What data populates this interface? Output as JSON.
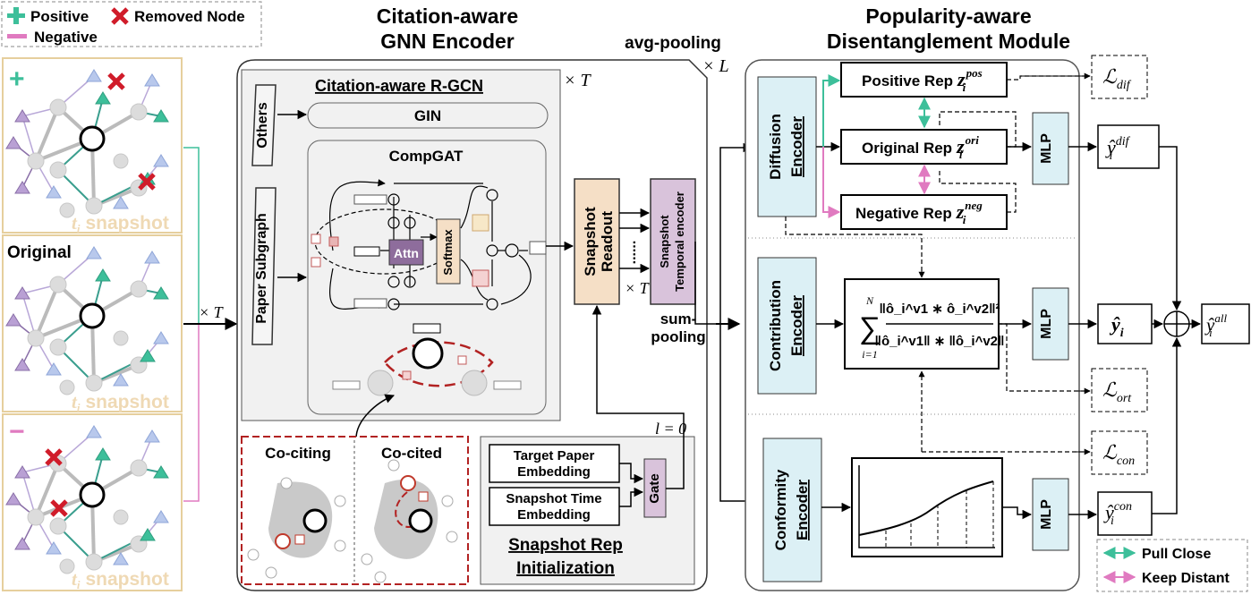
{
  "legend": {
    "positive": "Positive",
    "removed_node": "Removed Node",
    "negative": "Negative",
    "pull_close": "Pull Close",
    "keep_distant": "Keep Distant"
  },
  "snapshots": {
    "plus_sign": "+",
    "minus_sign": "−",
    "original": "Original",
    "snapshot_caption": "t",
    "snapshot_sub": "i",
    "snapshot_word": "snapshot",
    "times_T": "× T"
  },
  "gnn": {
    "title_line1": "Citation-aware",
    "title_line2": "GNN Encoder",
    "rgcn_title": "Citation-aware R-GCN",
    "times_T_top": "× T",
    "others": "Others",
    "paper_subgraph": "Paper Subgraph",
    "gin": "GIN",
    "compgat": "CompGAT",
    "attn": "Attn",
    "softmax": "Softmax",
    "co_citing": "Co-citing",
    "co_cited": "Co-cited"
  },
  "middle": {
    "avg_pooling": "avg-pooling",
    "times_L": "× L",
    "snapshot_readout_1": "Snapshot",
    "snapshot_readout_2": "Readout",
    "temporal_1": "Snapshot",
    "temporal_2": "Temporal encoder",
    "dots": "......",
    "times_T_mid": "× T",
    "sum_pooling_1": "sum-",
    "sum_pooling_2": "pooling",
    "l_eq_0": "l = 0",
    "target_paper_1": "Target Paper",
    "target_paper_2": "Embedding",
    "snapshot_time_1": "Snapshot Time",
    "snapshot_time_2": "Embedding",
    "gate": "Gate",
    "snapshot_rep_1": "Snapshot Rep",
    "snapshot_rep_2": "Initialization"
  },
  "pop": {
    "title_line1": "Popularity-aware",
    "title_line2": "Disentanglement Module",
    "diffusion_1": "Diffusion",
    "diffusion_2": "Encoder",
    "contribution_1": "Contribution",
    "contribution_2": "Encoder",
    "conformity_1": "Conformity",
    "conformity_2": "Encoder",
    "positive_rep": "Positive Rep",
    "original_rep": "Original Rep",
    "negative_rep": "Negative Rep",
    "z": "z",
    "i": "i",
    "sup_pos": "pos",
    "sup_ori": "ori",
    "sup_neg": "neg",
    "mlp": "MLP",
    "loss_L": "ℒ",
    "loss_dif": "dif",
    "loss_ort": "ort",
    "loss_con": "con",
    "y": "ŷ",
    "y_dif": "dif",
    "y_con": "con",
    "y_all": "all",
    "sum_top": "N",
    "sum_bottom": "i=1",
    "numerator": "‖ô_i^v1 ∗ ô_i^v2‖²",
    "denominator": "‖ô_i^v1‖ ∗ ‖ô_i^v2‖"
  },
  "colors": {
    "positive": "#3dbf9a",
    "negative": "#e07ac0",
    "removed": "#d01c2a",
    "snapshot_border": "#e6cf9d",
    "snapshot_text": "#efd9b4",
    "readout_fill": "#f5dfc6",
    "temporal_fill": "#d9c3db",
    "encoder_fill": "#dcf0f5",
    "attn_fill": "#8e6d9c",
    "coc_border": "#b22222"
  }
}
